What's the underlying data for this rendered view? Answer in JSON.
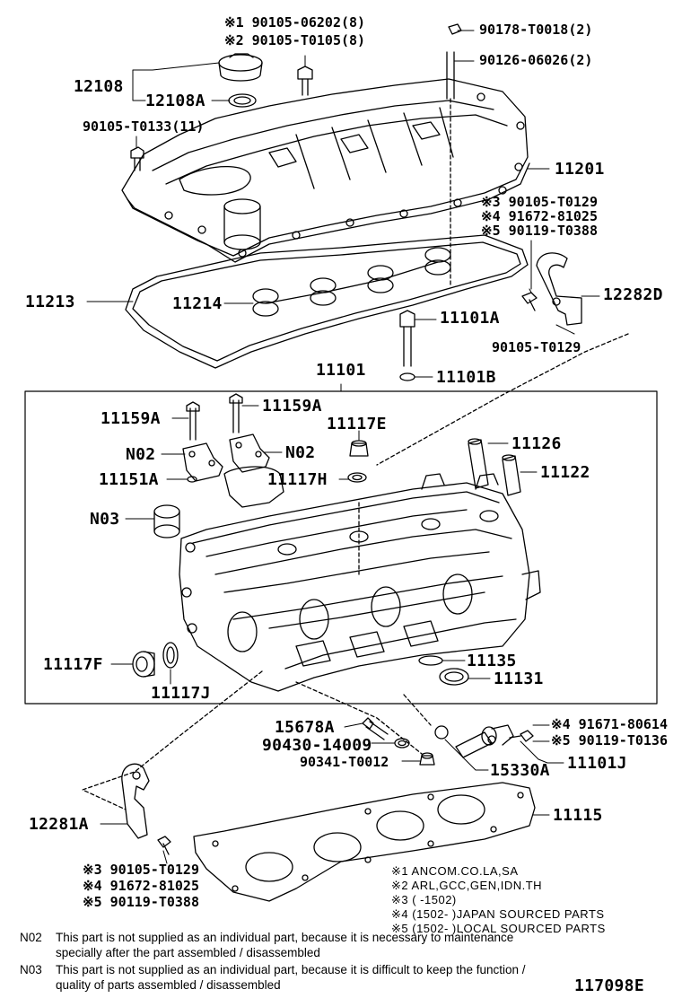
{
  "labels": {
    "l_90105_06202": "※1 90105-06202(8)",
    "l_90105_T0105": "※2 90105-T0105(8)",
    "l_90178_T0018": "90178-T0018(2)",
    "l_90126_06026": "90126-06026(2)",
    "l_12108": "12108",
    "l_12108A": "12108A",
    "l_90105_T0133": "90105-T0133(11)",
    "l_11201": "11201",
    "l_90105_T0129_a": "※3 90105-T0129",
    "l_91672_81025_a": "※4 91672-81025",
    "l_90119_T0388_a": "※5 90119-T0388",
    "l_11213": "11213",
    "l_11214": "11214",
    "l_12282D": "12282D",
    "l_11101A": "11101A",
    "l_90105_T0129_b": "90105-T0129",
    "l_11101B": "11101B",
    "l_11101": "11101",
    "l_11159A_a": "11159A",
    "l_11159A_b": "11159A",
    "l_11117E": "11117E",
    "l_N02_a": "N02",
    "l_N02_b": "N02",
    "l_11126": "11126",
    "l_11151A": "11151A",
    "l_11117H": "11117H",
    "l_11122": "11122",
    "l_N03": "N03",
    "l_11117F": "11117F",
    "l_11117J": "11117J",
    "l_11135": "11135",
    "l_11131": "11131",
    "l_15678A": "15678A",
    "l_90430_14009": "90430-14009",
    "l_90341_T0012": "90341-T0012",
    "l_91671_80614": "※4 91671-80614",
    "l_90119_T0136": "※5 90119-T0136",
    "l_15330A": "15330A",
    "l_11101J": "11101J",
    "l_11115": "11115",
    "l_12281A": "12281A",
    "l_90105_T0129_c": "※3 90105-T0129",
    "l_91672_81025_c": "※4 91672-81025",
    "l_90119_T0388_c": "※5 90119-T0388"
  },
  "footnotes": [
    "※1 ANCOM.CO.LA,SA",
    "※2 ARL,GCC,GEN,IDN.TH",
    "※3 (      -1502)",
    "※4 (1502-       )JAPAN SOURCED PARTS",
    "※5 (1502-       )LOCAL SOURCED PARTS"
  ],
  "notes": [
    {
      "tag": "N02",
      "line1": "This part is not supplied as an individual part, because it is necessary to maintenance",
      "line2": "specially after the part assembled / disassembled"
    },
    {
      "tag": "N03",
      "line1": "This part is not supplied as an individual part, because it is difficult to keep the function /",
      "line2": "quality of parts  assembled / disassembled"
    }
  ],
  "diagram_id": "117098E"
}
